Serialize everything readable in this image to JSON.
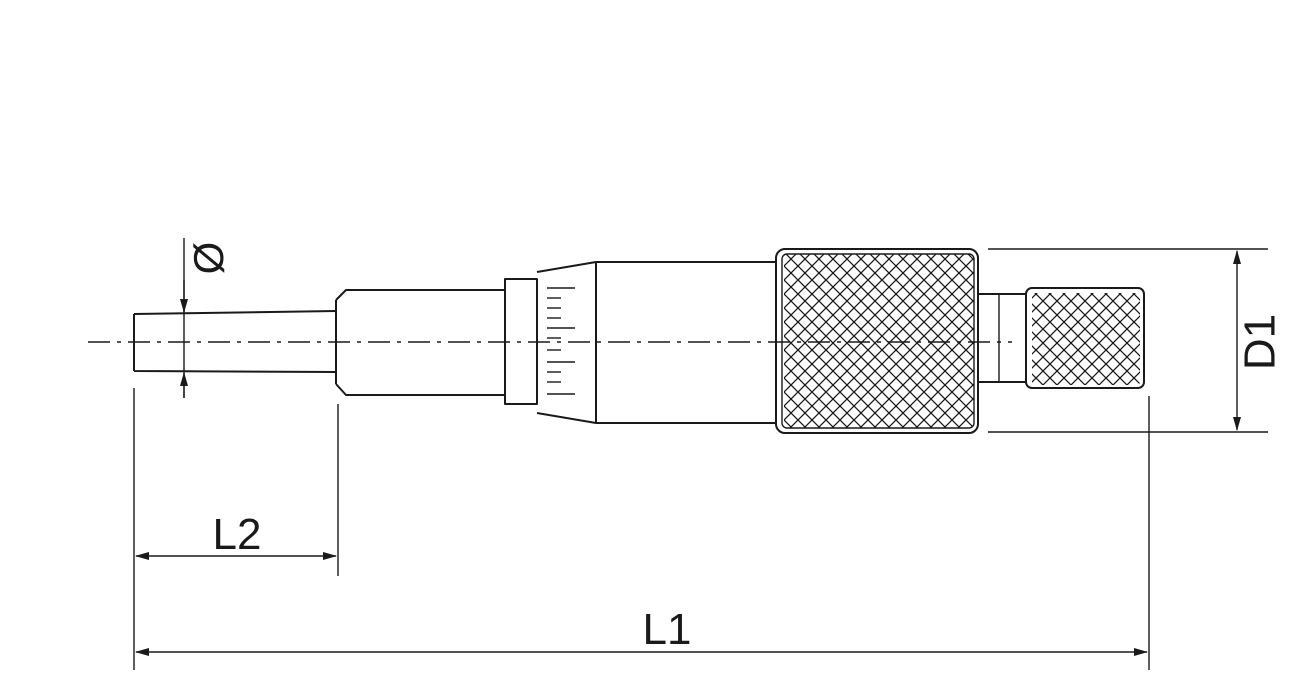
{
  "drawing": {
    "labels": {
      "diameter": "Ø",
      "l2": "L2",
      "l1": "L1",
      "d1": "D1"
    },
    "colors": {
      "line": "#1a1a1a",
      "background": "#ffffff"
    }
  }
}
